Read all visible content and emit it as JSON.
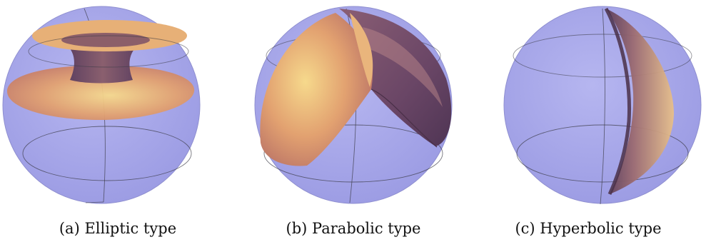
{
  "figure": {
    "panels": [
      {
        "caption": "(a) Elliptic type",
        "surface": "elliptic-surface"
      },
      {
        "caption": "(b) Parabolic type",
        "surface": "parabolic-surface"
      },
      {
        "caption": "(c) Hyperbolic type",
        "surface": "hyperbolic-surface"
      }
    ],
    "colors": {
      "sphere_fill": "#a9a9ec",
      "sphere_edge": "#8f8fd0",
      "surface_light": "#f6d98c",
      "surface_mid": "#e2a170",
      "surface_dark": "#6d4a6a",
      "wire": "#3a3a46"
    }
  }
}
